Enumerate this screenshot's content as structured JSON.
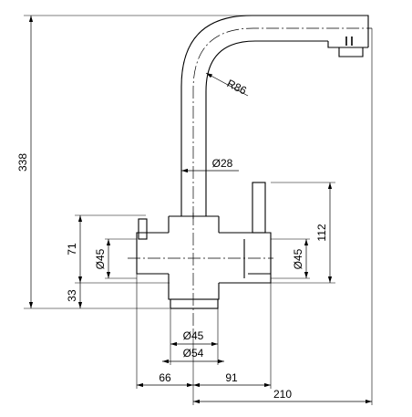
{
  "dimensions": {
    "total_height": "338",
    "spout_radius": "R86",
    "spout_diameter": "Ø28",
    "handle_height": "112",
    "body_height": "71",
    "base_height": "33",
    "left_body_diameter": "Ø45",
    "right_body_diameter": "Ø45",
    "base_inner_diameter": "Ø45",
    "base_outer_diameter": "Ø54",
    "left_offset": "66",
    "right_offset": "91",
    "total_reach": "210"
  }
}
